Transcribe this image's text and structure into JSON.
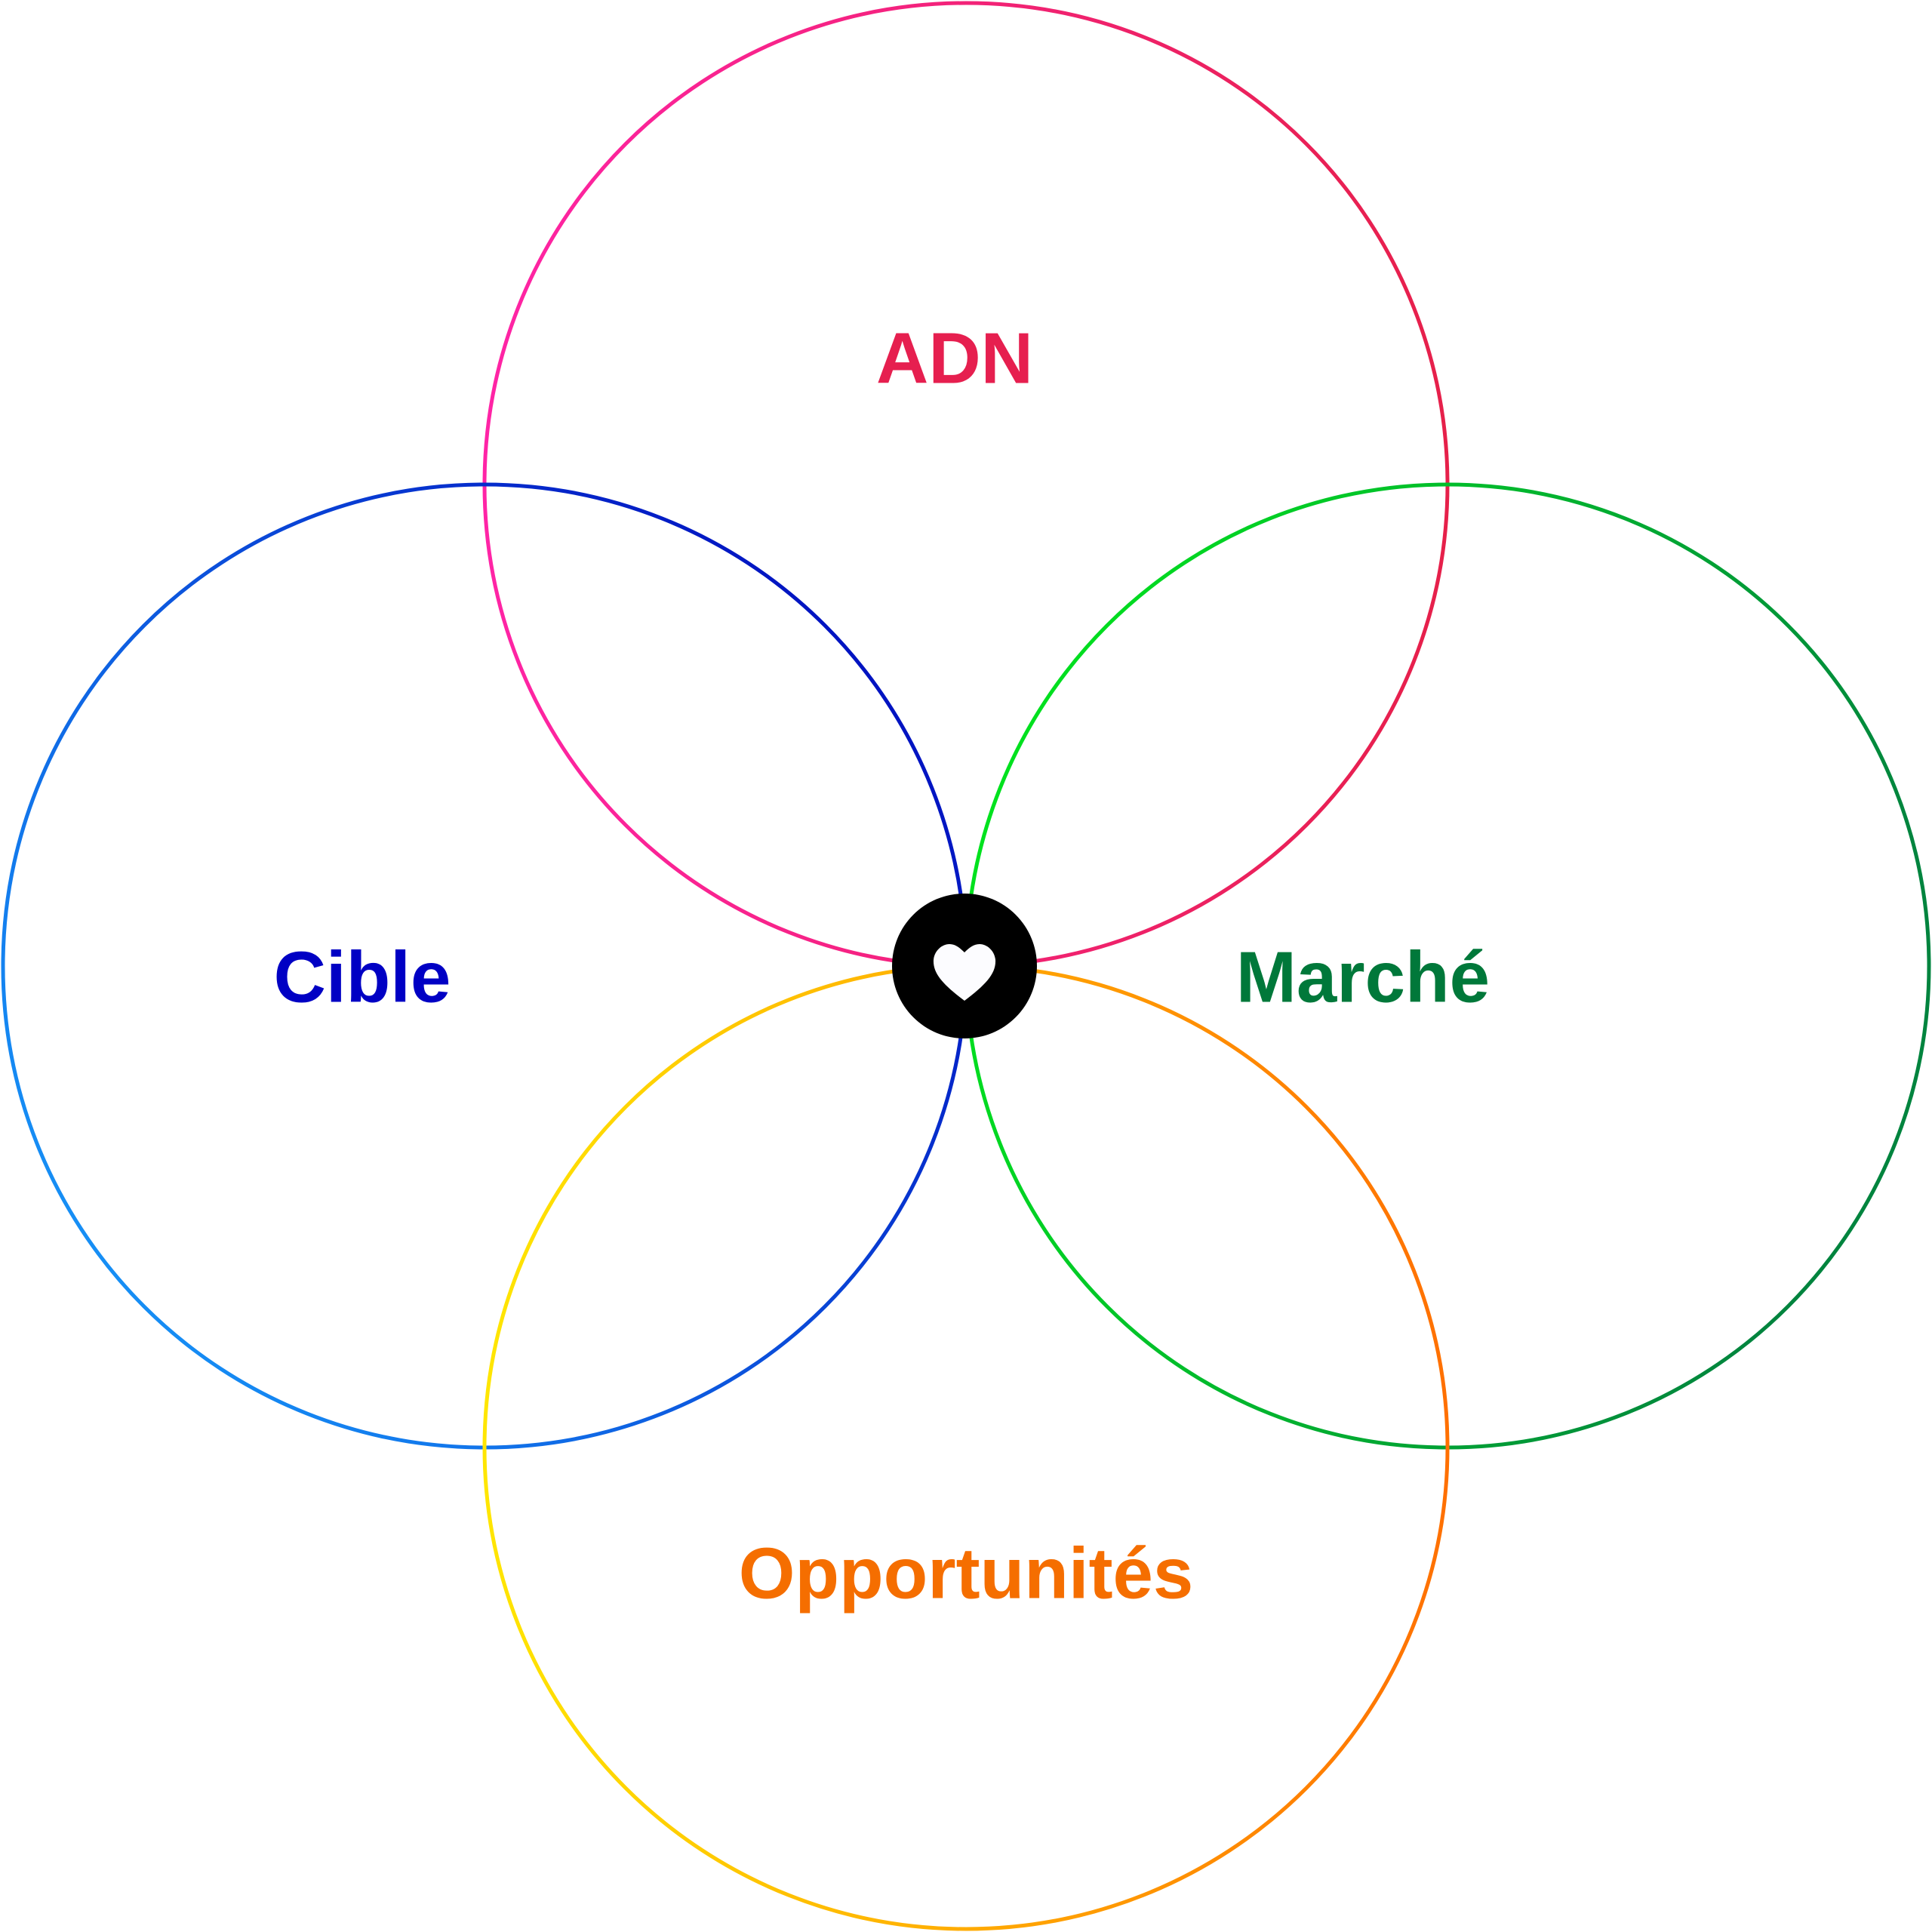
{
  "diagram": {
    "circles": [
      {
        "id": "adn",
        "label": "ADN",
        "color": "#e61f4f",
        "gradient": [
          "#ff24a6",
          "#e6204a"
        ]
      },
      {
        "id": "cible",
        "label": "Cible",
        "color": "#0000c4",
        "gradient": [
          "#1aa6ff",
          "#0010c0"
        ]
      },
      {
        "id": "marche",
        "label": "Marché",
        "color": "#00783a",
        "gradient": [
          "#00ee1a",
          "#00843e"
        ]
      },
      {
        "id": "opportunites",
        "label": "Opportunités",
        "color": "#f56e00",
        "gradient": [
          "#ffe600",
          "#ff7000"
        ]
      }
    ],
    "center_icon": "heart-icon"
  }
}
